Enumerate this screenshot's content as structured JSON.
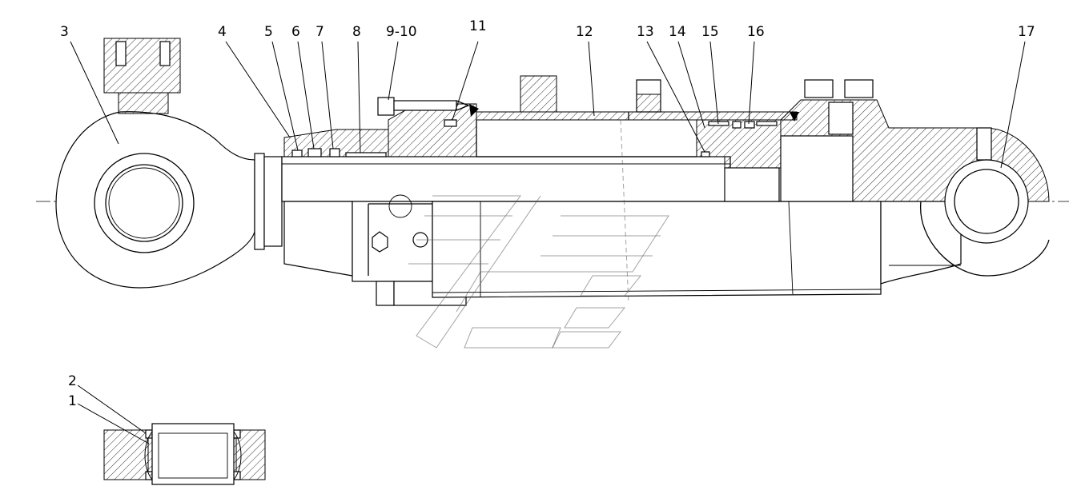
{
  "labels": {
    "l1": "1",
    "l2": "2",
    "l3": "3",
    "l4": "4",
    "l5": "5",
    "l6": "6",
    "l7": "7",
    "l8": "8",
    "l9_10": "9-10",
    "l11": "11",
    "l12": "12",
    "l13": "13",
    "l14": "14",
    "l15": "15",
    "l16": "16",
    "l17": "17"
  },
  "colors": {
    "line": "#000000",
    "background": "#ffffff"
  }
}
